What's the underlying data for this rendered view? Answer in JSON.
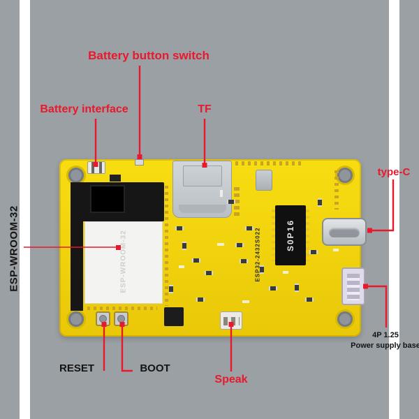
{
  "colors": {
    "bg": "#9aa0a4",
    "strip": "#ffffff",
    "accent": "#e8192c",
    "pcb1": "#f8dd12",
    "pcb2": "#e9c808",
    "label_dark": "#141414"
  },
  "labels": {
    "battery_button_switch": "Battery button switch",
    "battery_interface": "Battery interface",
    "tf": "TF",
    "type_c": "type-C",
    "esp_module": "ESP-WROOM-32",
    "reset": "RESET",
    "boot": "BOOT",
    "speak": "Speak",
    "power_supply_line1": "4P 1.25",
    "power_supply_line2": "Power supply base"
  },
  "board": {
    "chip_text": "S0P16",
    "module_text": "ESP-WROOM-32",
    "model_text": "ESP32-2432S022"
  }
}
